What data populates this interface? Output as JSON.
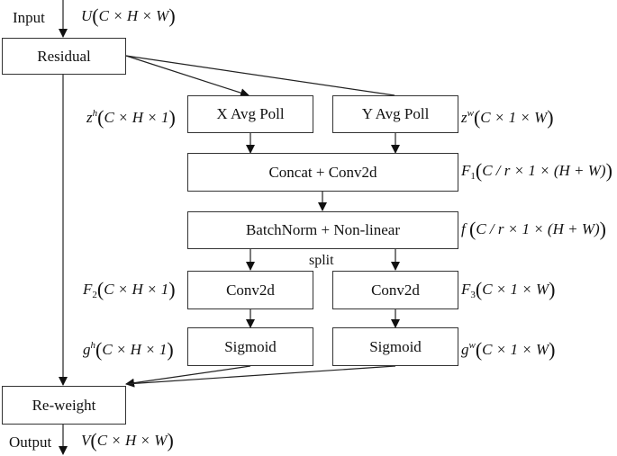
{
  "io": {
    "input_label": "Input",
    "output_label": "Output",
    "input_shape": {
      "sym": "U",
      "dims": "C × H × W"
    },
    "output_shape": {
      "sym": "V",
      "dims": "C × H × W"
    }
  },
  "boxes": {
    "residual": "Residual",
    "x_avg_pool": "X Avg Poll",
    "y_avg_pool": "Y Avg Poll",
    "concat_conv": "Concat + Conv2d",
    "batchnorm": "BatchNorm + Non-linear",
    "conv_left": "Conv2d",
    "conv_right": "Conv2d",
    "sigmoid_left": "Sigmoid",
    "sigmoid_right": "Sigmoid",
    "reweight": "Re-weight"
  },
  "split_label": "split",
  "annotations": {
    "zh": {
      "sym": "z",
      "sup": "h",
      "dims": "C × H × 1"
    },
    "zw": {
      "sym": "z",
      "sup": "w",
      "dims": "C × 1 × W"
    },
    "F1": {
      "sym": "F",
      "sub": "1",
      "dims": "C / r × 1 × (H + W)"
    },
    "f": {
      "sym": "f",
      "dims": "C / r × 1 × (H + W)"
    },
    "F2": {
      "sym": "F",
      "sub": "2",
      "dims": "C × H × 1"
    },
    "F3": {
      "sym": "F",
      "sub": "3",
      "dims": "C × 1 × W"
    },
    "gh": {
      "sym": "g",
      "sup": "h",
      "dims": "C × H × 1"
    },
    "gw": {
      "sym": "g",
      "sup": "w",
      "dims": "C × 1 × W"
    }
  }
}
